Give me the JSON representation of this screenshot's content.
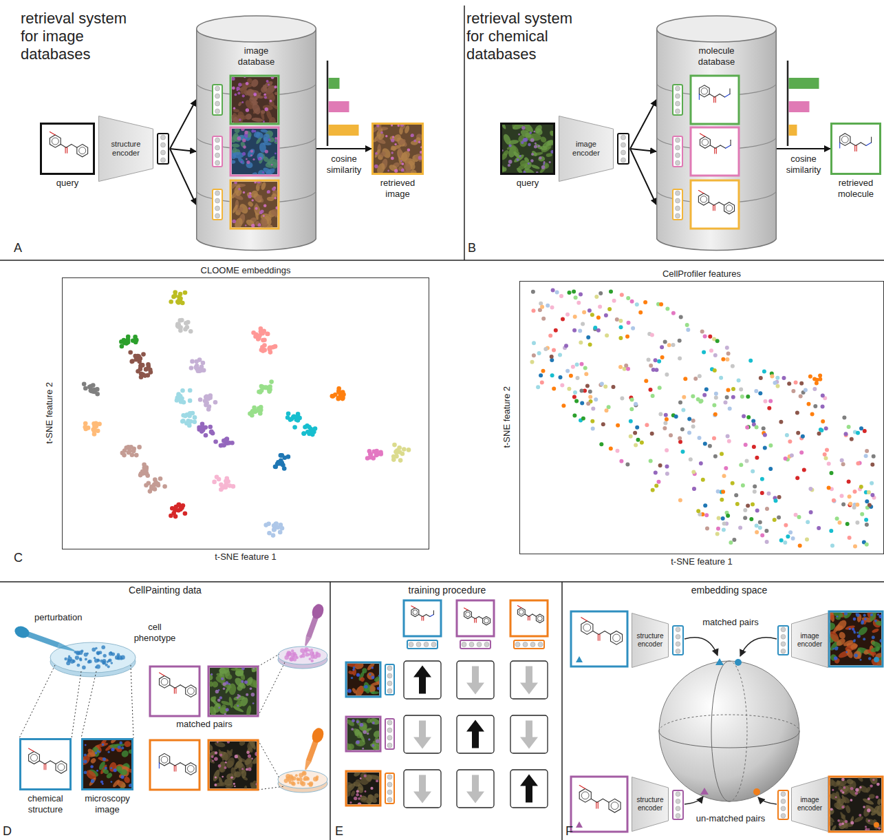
{
  "diagram": {
    "nodes": [
      {
        "text": [
          "query"
        ]
      },
      {
        "text": [
          "structure encoder"
        ]
      },
      {
        "text": [
          "image database"
        ]
      },
      {
        "text": [
          "retrieved image"
        ]
      },
      {
        "text": [
          "query"
        ]
      },
      {
        "text": [
          "image encoder"
        ]
      },
      {
        "text": [
          "molecule database"
        ]
      },
      {
        "text": [
          "retrieved molecule"
        ]
      },
      {
        "text": [
          "CLOOME embeddings"
        ]
      },
      {
        "text": [
          "CellProfiler features"
        ]
      },
      {
        "text": [
          "chemical structure"
        ]
      },
      {
        "text": [
          "microscopy image"
        ]
      },
      {
        "text": [
          "structure encoder"
        ]
      },
      {
        "text": [
          "image encoder"
        ]
      },
      {
        "text": [
          "structure encoder"
        ]
      },
      {
        "text": [
          "image encoder"
        ]
      }
    ],
    "edges": [
      {
        "from": 1,
        "to": 2,
        "arrow": "to"
      },
      {
        "from": 2,
        "to": 3,
        "label": "cosine similarity",
        "arrow": "to"
      },
      {
        "from": 5,
        "to": 6,
        "arrow": "to"
      },
      {
        "from": 6,
        "to": 7,
        "label": "cosine similarity",
        "arrow": "to"
      }
    ],
    "labels": [
      "retrieval system for image databases",
      "A",
      "retrieval system for chemical databases",
      "B",
      "t-SNE feature 2",
      "t-SNE feature 1",
      "t-SNE feature 2",
      "t-SNE feature 1",
      "C",
      "CellPainting data",
      "perturbation",
      "cell phenotype",
      "matched pairs",
      "D",
      "training procedure",
      "E",
      "embedding space",
      "matched pairs",
      "un-matched pairs",
      "F"
    ]
  }
}
